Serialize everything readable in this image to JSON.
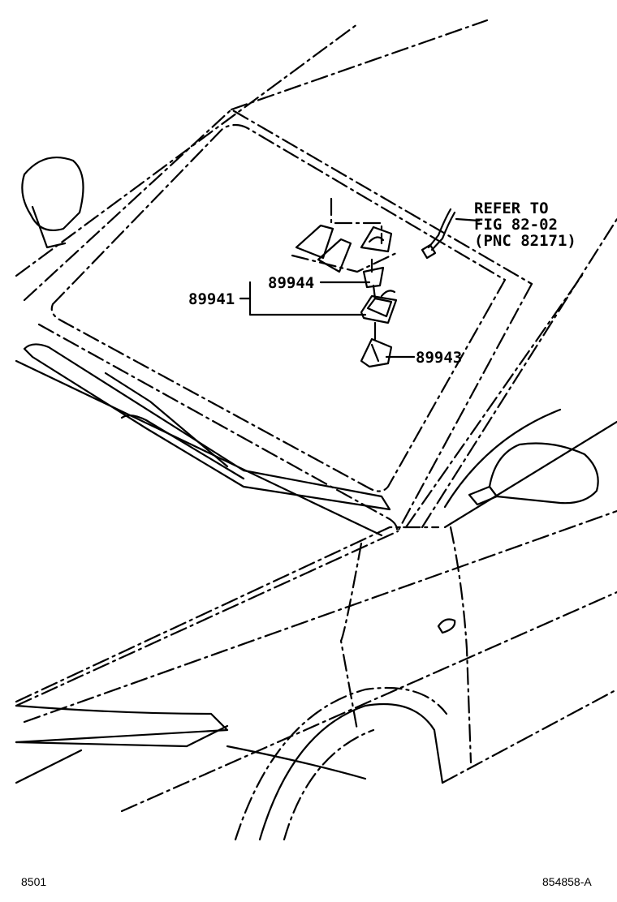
{
  "callouts": {
    "refer_line1": "REFER TO",
    "refer_line2": "FIG 82-02",
    "refer_line3": "(PNC 82171)",
    "part_89941": "89941",
    "part_89944": "89944",
    "part_89943": "89943"
  },
  "footer": {
    "left_code": "8501",
    "right_code": "854858-A"
  }
}
